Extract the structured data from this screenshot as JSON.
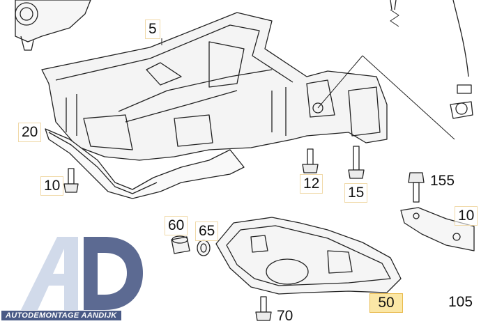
{
  "callouts": {
    "c5": "5",
    "c20": "20",
    "c10": "10",
    "c12": "12",
    "c15": "15",
    "c155": "155",
    "c10r": "10",
    "c60": "60",
    "c65": "65",
    "c50": "50",
    "c70": "70",
    "c105": "105"
  },
  "highlighted_callout": "50",
  "logo": {
    "text": "AUTODEMONTAGE AANDIJK",
    "colors": {
      "light": "#c9d3e6",
      "dark": "#4a5a86"
    }
  }
}
